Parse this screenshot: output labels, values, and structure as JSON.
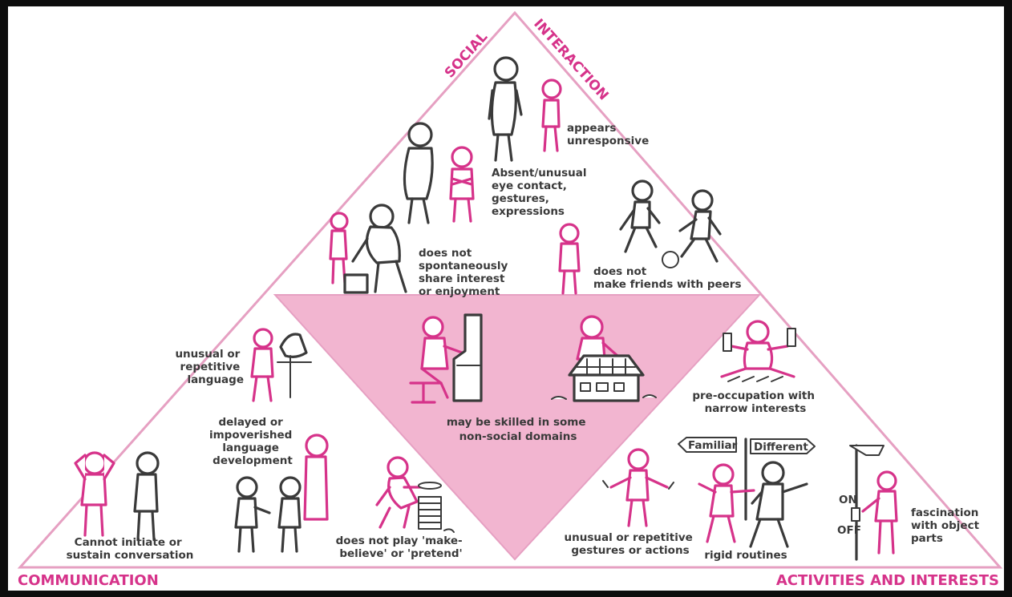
{
  "axes": {
    "top_left": "SOCIAL",
    "top_right": "INTERACTION",
    "bottom_left": "COMMUNICATION",
    "bottom_right": "ACTIVITIES AND INTERESTS"
  },
  "captions": {
    "appears_unresponsive": [
      "appears",
      "unresponsive"
    ],
    "eye_contact": [
      "Absent/unusual",
      "eye contact,",
      "gestures,",
      "expressions"
    ],
    "share_interest": [
      "does not",
      "spontaneously",
      "share interest",
      "or enjoyment"
    ],
    "make_friends": [
      "does not",
      "make friends with peers"
    ],
    "repetitive_language": [
      "unusual or",
      "repetitive",
      "language"
    ],
    "skilled": [
      "may be skilled in some",
      "non-social domains"
    ],
    "preoccupation": [
      "pre-occupation with",
      "narrow interests"
    ],
    "delayed_language": [
      "delayed or",
      "impoverished",
      "language",
      "development"
    ],
    "cannot_initiate": [
      "Cannot initiate or",
      "sustain conversation"
    ],
    "make_believe": [
      "does not play 'make-",
      "believe' or 'pretend'"
    ],
    "repetitive_gestures": [
      "unusual or repetitive",
      "gestures or actions"
    ],
    "rigid_routines": [
      "rigid routines"
    ],
    "fascination": [
      "fascination",
      "with object",
      "parts"
    ]
  },
  "signs": {
    "familiar": "Familiar",
    "different": "Different",
    "on": "ON",
    "off": "OFF"
  },
  "colors": {
    "accent": "#d6338a",
    "center_fill": "#f2b5d0",
    "ink": "#3a3a3a"
  }
}
